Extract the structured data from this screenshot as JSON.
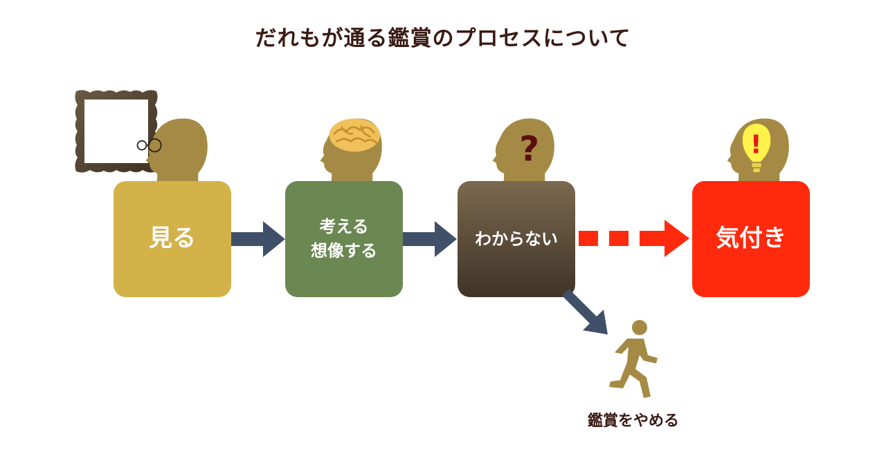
{
  "title": "だれもが通る鑑賞のプロセスについて",
  "steps": [
    {
      "lines": [
        "見る"
      ],
      "color": "#d4b24a"
    },
    {
      "lines": [
        "考える",
        "想像する"
      ],
      "color": "#6b8752"
    },
    {
      "lines": [
        "わからない"
      ],
      "color": "#5c4c3a"
    },
    {
      "lines": [
        "気付き"
      ],
      "color": "#ff2a0d"
    }
  ],
  "question_mark": "?",
  "exclamation_mark": "!",
  "exit_label": "鑑賞をやめる",
  "colors": {
    "head": "#a58a45",
    "arrow": "#3f5068",
    "dashed_arrow": "#ff2a0d",
    "frame": "#5a4a38",
    "text_dark": "#3a1a14"
  },
  "icons": [
    "picture-frame-icon",
    "glasses-icon",
    "brain-icon",
    "question-icon",
    "lightbulb-icon",
    "running-person-icon"
  ]
}
